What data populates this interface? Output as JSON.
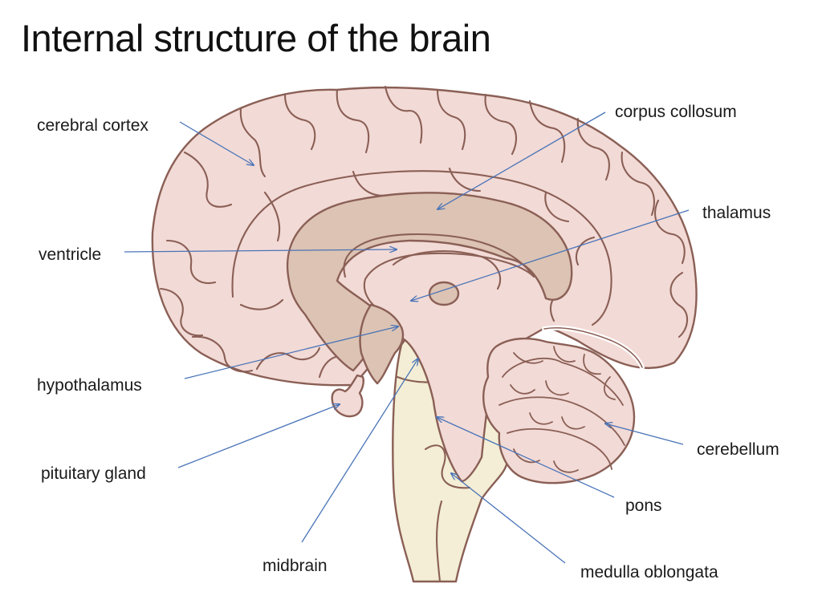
{
  "title": "Internal structure of the brain",
  "labels": {
    "cerebral_cortex": "cerebral cortex",
    "corpus_collosum": "corpus collosum",
    "thalamus": "thalamus",
    "ventricle": "ventricle",
    "hypothalamus": "hypothalamus",
    "cerebellum": "cerebellum",
    "pituitary_gland": "pituitary gland",
    "pons": "pons",
    "midbrain": "midbrain",
    "medulla_oblongata": "medulla oblongata"
  },
  "colors": {
    "cortex_fill": "#f2dad6",
    "inner_fill": "#dcc3b3",
    "brainstem_fill": "#f3eed5",
    "outline": "#8a5f55",
    "pointer_line": "#4a74b8"
  }
}
